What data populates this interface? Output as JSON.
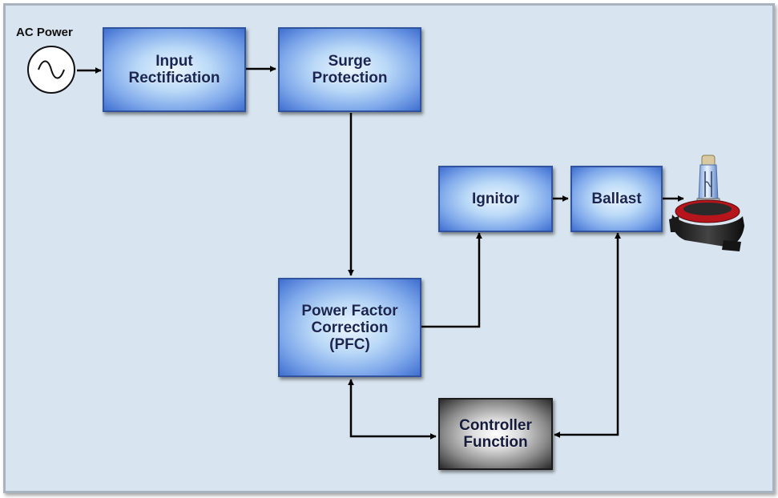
{
  "source": {
    "label": "AC Power",
    "icon": "ac-source-icon"
  },
  "blocks": {
    "input_rectification": "Input\nRectification",
    "surge_protection": "Surge\nProtection",
    "ignitor": "Ignitor",
    "ballast": "Ballast",
    "pfc": "Power Factor\nCorrection\n(PFC)",
    "controller": "Controller\nFunction"
  },
  "output": {
    "icon": "lamp-bulb-icon"
  },
  "colors": {
    "block_blue_edge": "#3f6fd0",
    "block_blue_center": "#eaf5ff",
    "controller_edge": "#2a2a2a",
    "background": "#d8e4ef",
    "wire": "#000000"
  }
}
